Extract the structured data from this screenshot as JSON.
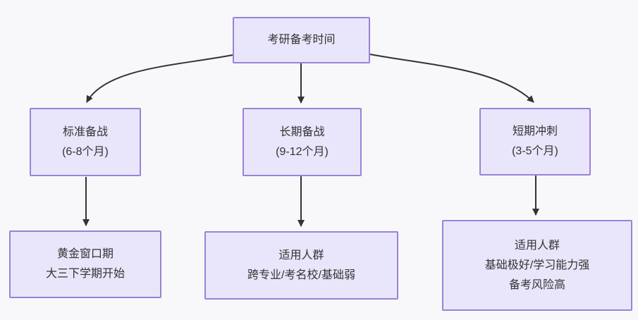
{
  "diagram": {
    "type": "flowchart",
    "direction": "top-down",
    "colors": {
      "background": "#f8f8fa",
      "node_fill": "#e9e6fb",
      "node_border": "#9b82d6",
      "arrow": "#333333",
      "text": "#333333"
    },
    "nodes": {
      "root": {
        "lines": [
          "考研备考时间"
        ]
      },
      "standard": {
        "lines": [
          "标准备战",
          "(6-8个月)"
        ]
      },
      "longterm": {
        "lines": [
          "长期备战",
          "(9-12个月)"
        ]
      },
      "sprint": {
        "lines": [
          "短期冲刺",
          "(3-5个月)"
        ]
      },
      "standard_detail": {
        "lines": [
          "黄金窗口期",
          "大三下学期开始"
        ]
      },
      "longterm_detail": {
        "lines": [
          "适用人群",
          "跨专业/考名校/基础弱"
        ]
      },
      "sprint_detail": {
        "lines": [
          "适用人群",
          "基础极好/学习能力强",
          "备考风险高"
        ]
      }
    },
    "edges": [
      {
        "from": "root",
        "to": "standard"
      },
      {
        "from": "root",
        "to": "longterm"
      },
      {
        "from": "root",
        "to": "sprint"
      },
      {
        "from": "standard",
        "to": "standard_detail"
      },
      {
        "from": "longterm",
        "to": "longterm_detail"
      },
      {
        "from": "sprint",
        "to": "sprint_detail"
      }
    ]
  }
}
